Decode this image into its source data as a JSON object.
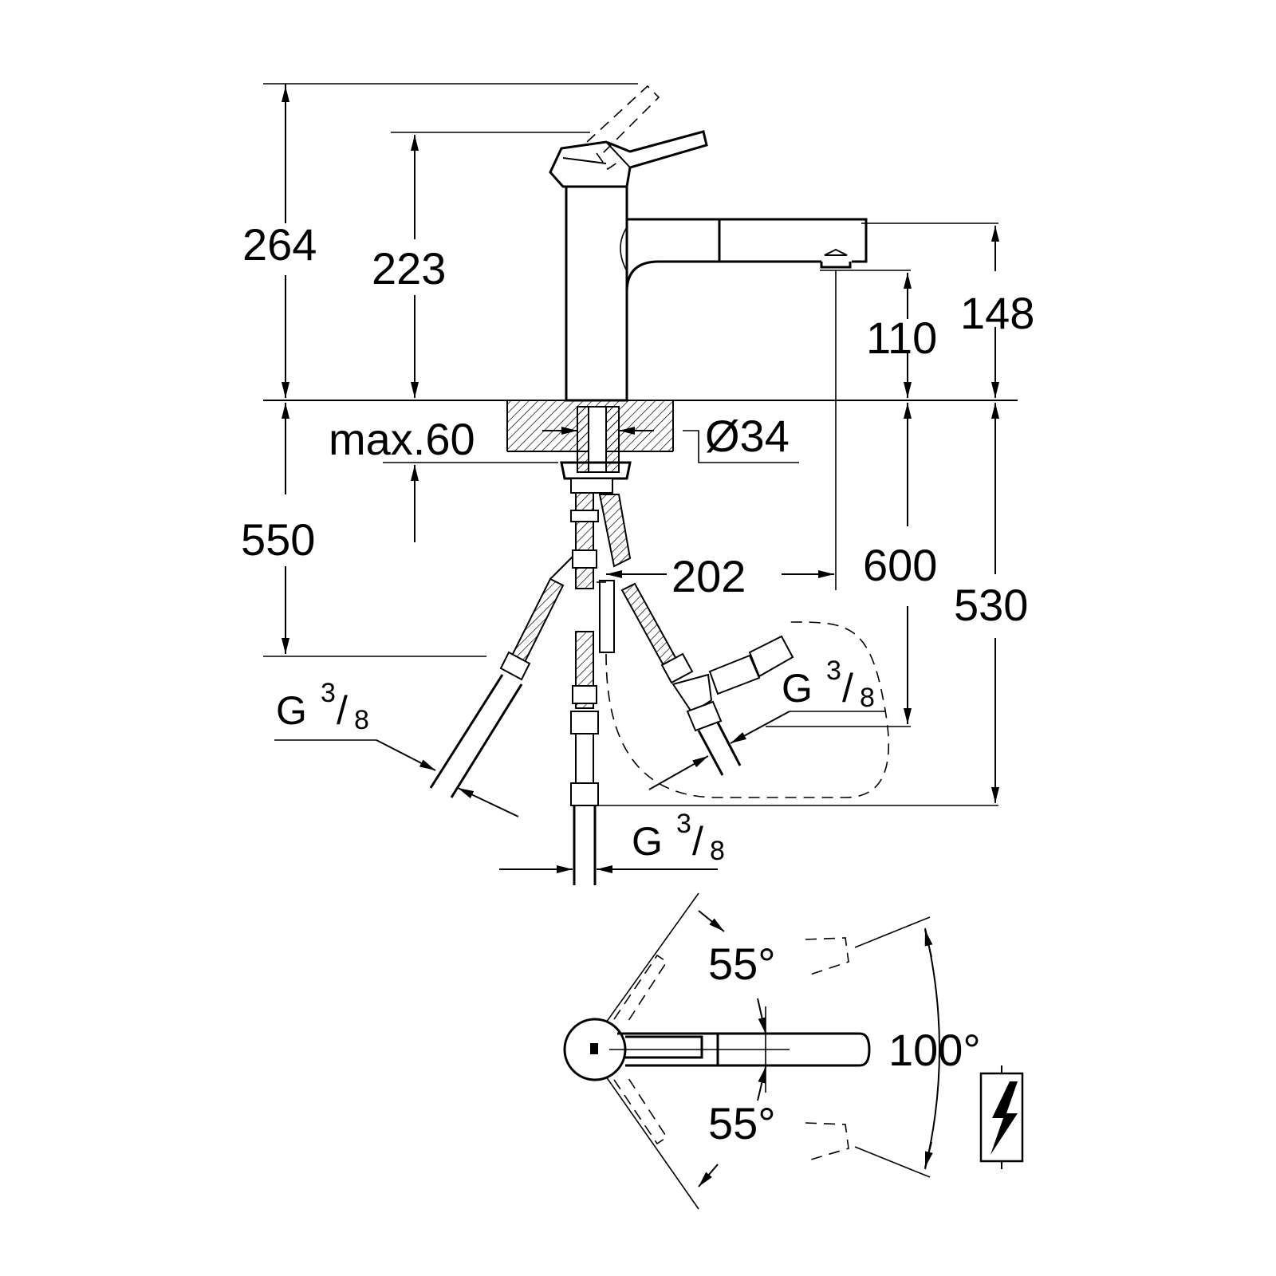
{
  "dimensions": {
    "overall_height": "264",
    "spout_height": "223",
    "outlet_height_a": "110",
    "outlet_height_b": "148",
    "max_thickness": "max.60",
    "hole_diameter": "Ø34",
    "hose_length_a": "550",
    "reach": "202",
    "hose_length_b": "600",
    "hose_length_c": "530"
  },
  "threads": {
    "left": {
      "base": "G",
      "num": "3",
      "den": "8"
    },
    "right": {
      "base": "G",
      "num": "3",
      "den": "8"
    },
    "bottom": {
      "base": "G",
      "num": "3",
      "den": "8"
    }
  },
  "angles": {
    "upper": "55°",
    "lower": "55°",
    "total": "100°"
  },
  "icons": {
    "electrical_symbol": "lightning-bolt-icon"
  },
  "colors": {
    "line": "#000000",
    "background": "#ffffff"
  }
}
